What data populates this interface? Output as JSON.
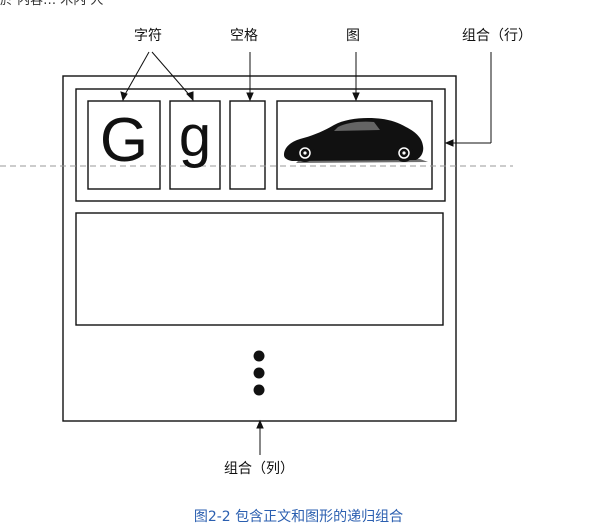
{
  "header_fragment": "於     内容… 木内 人",
  "labels": {
    "characters": "字符",
    "space": "空格",
    "figure": "图",
    "row_composition": "组合（行）",
    "column_composition": "组合（列）"
  },
  "glyphs": {
    "uppercase": "G",
    "lowercase": "g"
  },
  "caption": "图2-2   包含正文和图形的递归组合",
  "colors": {
    "stroke": "#111111",
    "caption": "#2b5fb0",
    "dashed_line": "#9a9a9a"
  },
  "icons": {
    "figure_content": "sports-car-icon",
    "ellipsis": "vertical-ellipsis-icon"
  }
}
